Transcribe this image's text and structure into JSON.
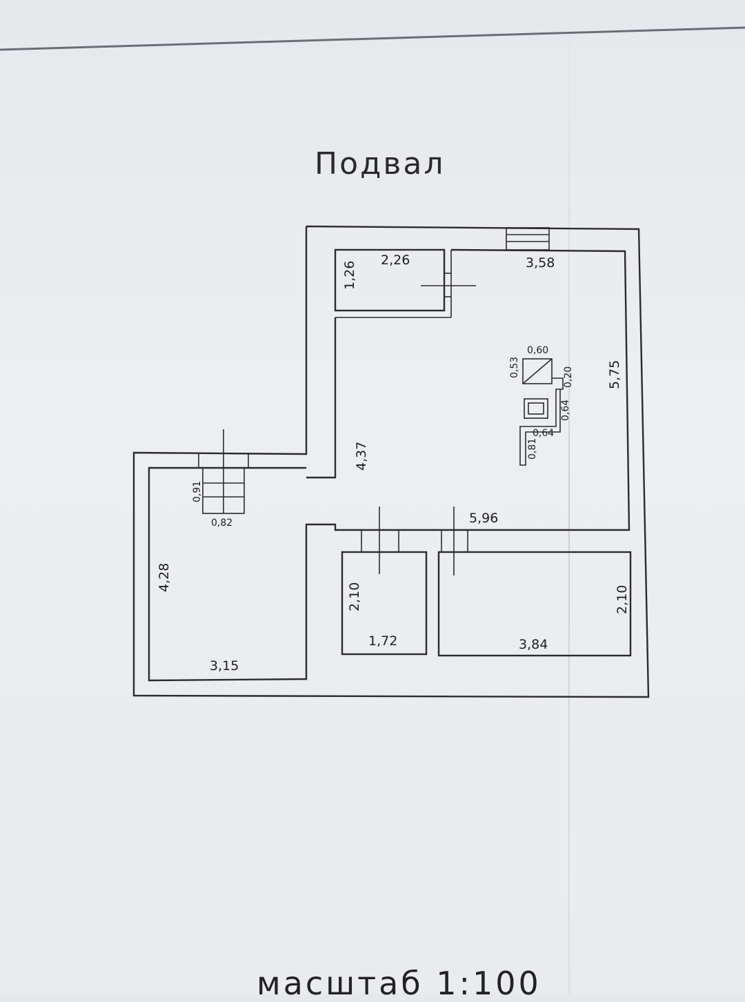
{
  "title": "Подвал",
  "scale_label": "масштаб  1:100",
  "dimensions": {
    "storage_width": "2,26",
    "storage_height": "1,26",
    "main_top": "3,58",
    "main_right": "5,75",
    "main_bottom": "5,96",
    "corridor": "4,37",
    "boiler_top": "0,60",
    "boiler_left": "0,53",
    "boiler_right_a": "0,20",
    "boiler_right_b": "0,64",
    "boiler_bottom": "0,64",
    "boiler_stem": "0,81",
    "stairs_height": "0,91",
    "stairs_width": "0,82",
    "left_room_height": "4,28",
    "left_room_width": "3,15",
    "small_room_height": "2,10",
    "small_room_width": "1,72",
    "right_room_height": "2,10",
    "right_room_width": "3,84"
  }
}
